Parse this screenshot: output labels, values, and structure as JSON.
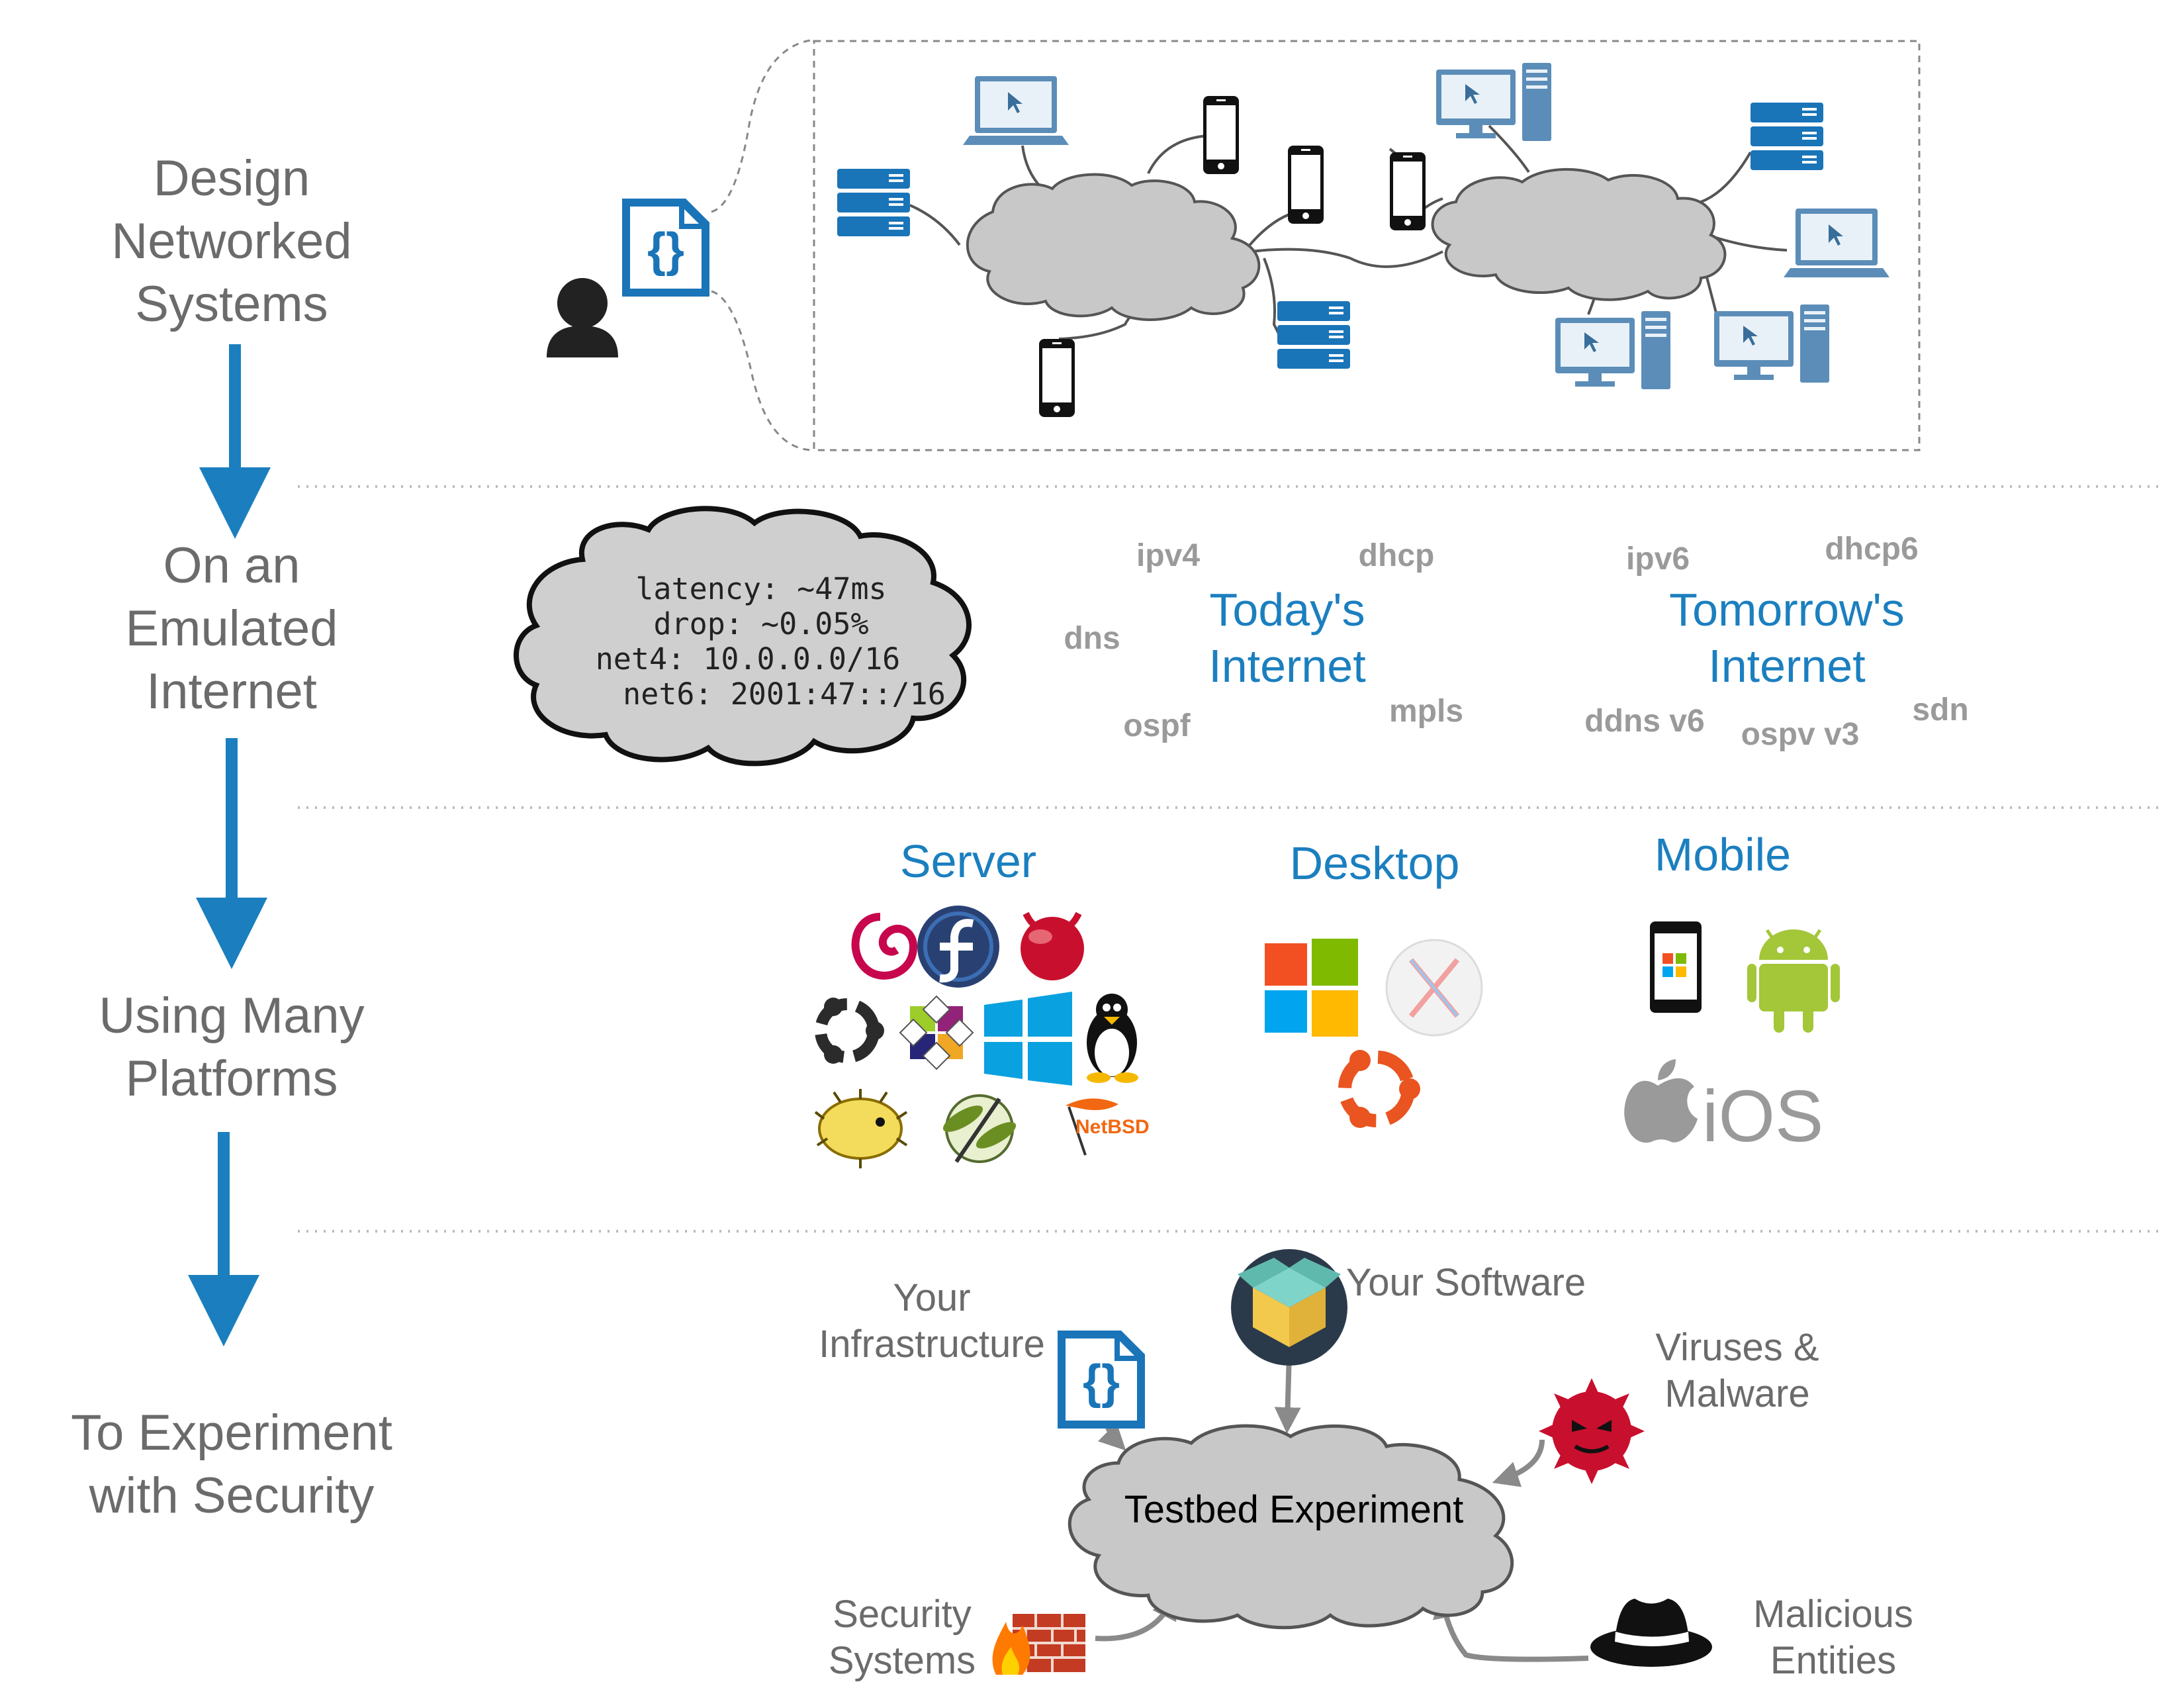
{
  "stages": {
    "design": [
      "Design",
      "Networked",
      "Systems"
    ],
    "emulated": [
      "On an",
      "Emulated",
      "Internet"
    ],
    "platforms": [
      "Using Many",
      "Platforms"
    ],
    "security": [
      "To Experiment",
      "with Security"
    ]
  },
  "emulation_cloud": {
    "latency": "latency: ~47ms",
    "drop": "drop: ~0.05%",
    "net4": "net4: 10.0.0.0/16",
    "net6": "net6: 2001:47::/16"
  },
  "protocols": {
    "today_title": [
      "Today's",
      "Internet"
    ],
    "today_terms": [
      "ipv4",
      "dhcp",
      "dns",
      "ospf",
      "mpls"
    ],
    "tomorrow_title": [
      "Tomorrow's",
      "Internet"
    ],
    "tomorrow_terms": [
      "ipv6",
      "dhcp6",
      "ddns v6",
      "ospv v3",
      "sdn"
    ]
  },
  "platforms": {
    "server": "Server",
    "desktop": "Desktop",
    "mobile": "Mobile",
    "netbsd_logo_text": "NetBSD",
    "ios_logo_text": "iOS"
  },
  "experiment": {
    "center": "Testbed Experiment",
    "infrastructure": [
      "Your",
      "Infrastructure"
    ],
    "software": "Your Software",
    "viruses": [
      "Viruses &",
      "Malware"
    ],
    "security_systems": [
      "Security",
      "Systems"
    ],
    "malicious": [
      "Malicious",
      "Entities"
    ]
  },
  "colors": {
    "accent_blue": "#1b7fbf",
    "stage_grey": "#6b6b6b",
    "cloud_grey": "#c8c8c8",
    "device_blue": "#5b8db8"
  }
}
